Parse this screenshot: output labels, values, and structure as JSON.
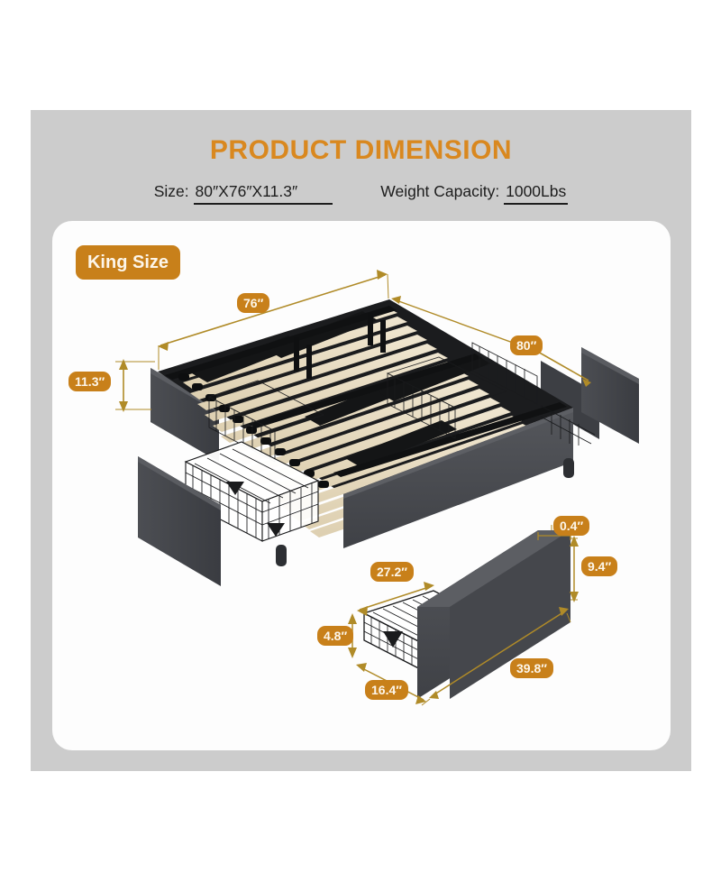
{
  "header": {
    "title": "PRODUCT DIMENSION",
    "size_label": "Size:",
    "size_value": "80″X76″X11.3″",
    "weight_label": "Weight Capacity:",
    "weight_value": "1000Lbs"
  },
  "badges": {
    "king_size": "King Size"
  },
  "bed_dimensions": {
    "width_76": "76″",
    "length_80": "80″",
    "height_113": "11.3″"
  },
  "drawer_dimensions": {
    "thickness_04": "0.4″",
    "front_height_94": "9.4″",
    "basket_depth_272": "27.2″",
    "basket_height_48": "4.8″",
    "basket_width_164": "16.4″",
    "front_width_398": "39.8″"
  },
  "colors": {
    "accent_orange": "#c8801a",
    "title_orange": "#d9881f",
    "backdrop_grey": "#cccccc",
    "card_white": "#fdfdfd",
    "upholstery_dark": "#4a4c51",
    "upholstery_shadow": "#3a3c41",
    "metal_black": "#17181a",
    "slat_wood": "#e9ddc4",
    "dimension_line": "#b08b28"
  },
  "product": {
    "type": "platform bed frame with 4 storage drawers",
    "parts": [
      "wood slat deck",
      "black metal support rails",
      "upholstered side rails",
      "wire storage baskets",
      "upholstered drawer fronts",
      "corner legs"
    ]
  }
}
